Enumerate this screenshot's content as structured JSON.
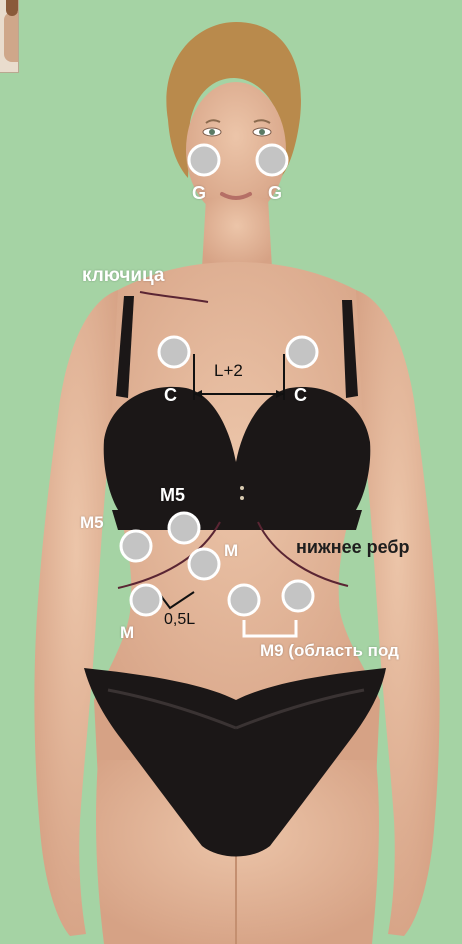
{
  "labels": {
    "clavicle": "ключица",
    "lower_rib": "нижнее ребр",
    "distance_chest": "L+2",
    "distance_abdomen": "0,5L",
    "region_note": "M9 (область под"
  },
  "electrodes": [
    {
      "code": "G"
    },
    {
      "code": "G"
    },
    {
      "code": "C"
    },
    {
      "code": "C"
    },
    {
      "code": "M5"
    },
    {
      "code": "M5"
    },
    {
      "code": "M"
    },
    {
      "code": "M"
    }
  ],
  "colors": {
    "background": "#a5d3a4",
    "skin": "#e2b497",
    "garment": "#1b1717",
    "electrode_fill": "#c4c4c4",
    "electrode_stroke": "#ffffff",
    "label_white": "#ffffff",
    "label_dark": "#1e1e1e",
    "guide_line": "#5a2533"
  }
}
